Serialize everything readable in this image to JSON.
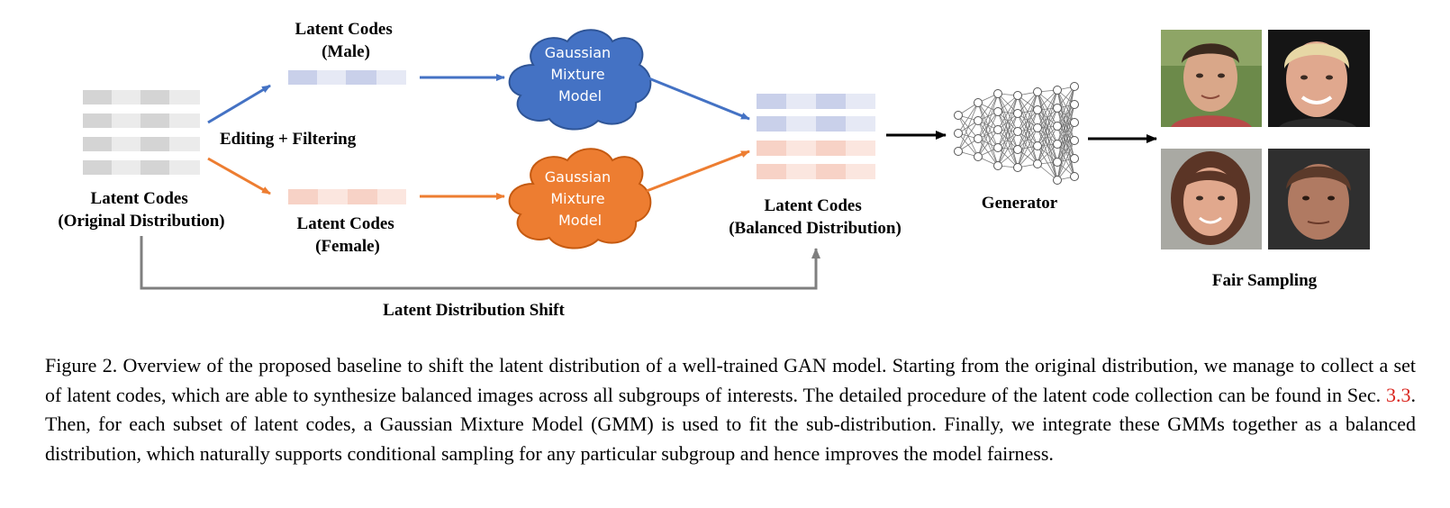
{
  "figure": {
    "original_label": [
      "Latent Codes",
      "(Original Distribution)"
    ],
    "male_label": [
      "Latent Codes",
      "(Male)"
    ],
    "female_label": [
      "Latent Codes",
      "(Female)"
    ],
    "balanced_label": [
      "Latent Codes",
      "(Balanced Distribution)"
    ],
    "editing_label": "Editing + Filtering",
    "gmm_label": [
      "Gaussian",
      "Mixture",
      "Model"
    ],
    "generator_label": "Generator",
    "fair_sampling_label": "Fair Sampling",
    "shift_label": "Latent Distribution Shift",
    "colors": {
      "blue": "#4472c4",
      "orange": "#ed7d31",
      "gray_arrow": "#7f7f7f",
      "blue_strip": "#cdd5ec",
      "orange_strip": "#f8d0c4",
      "gray_strip": "#dcdcdc"
    },
    "faces": [
      "young-man-face",
      "older-man-face",
      "young-woman-face",
      "older-woman-face"
    ]
  },
  "caption": {
    "prefix": "Figure 2.   Overview of the proposed baseline to shift the latent distribution of a well-trained GAN model.  Starting from the original distribution, we manage to collect a set of latent codes, which are able to synthesize balanced images across all subgroups of interests. The detailed procedure of the latent code collection can be found in Sec. ",
    "ref": "3.3",
    "suffix": ". Then, for each subset of latent codes, a Gaussian Mixture Model (GMM) is used to fit the sub-distribution. Finally, we integrate these GMMs together as a balanced distribution, which naturally supports conditional sampling for any particular subgroup and hence improves the model fairness."
  }
}
